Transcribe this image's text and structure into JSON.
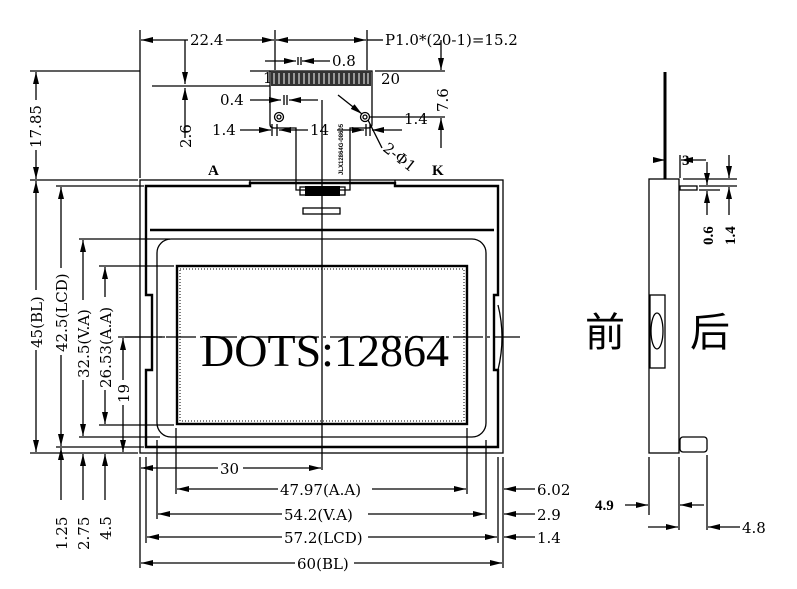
{
  "drawing": {
    "display_text": "DOTS:12864",
    "fpc_label": "JLX12864G-08605",
    "pin_first": "1",
    "pin_last": "20",
    "anode_label": "A",
    "cathode_label": "K",
    "front_label": "前",
    "back_label": "后"
  },
  "top_dims": {
    "offset": "22.4",
    "pitch": "P1.0*(20-1)=15.2",
    "pin_width": "0.8",
    "pin_gap": "0.4",
    "hole_left_margin": "1.4",
    "hole_spacing": "14",
    "hole_right_margin": "1.4",
    "holes": "2-Φ1",
    "hole_height": "2.6",
    "fpc_height": "7.6",
    "fpc_length": "17.85"
  },
  "left_dims": {
    "bl_height": "45(BL)",
    "lcd_height": "42.5(LCD)",
    "va_height": "32.5(V.A)",
    "aa_height": "26.53(A.A)",
    "center_height": "19",
    "lcd_offset": "1.25",
    "va_offset": "2.75",
    "aa_offset": "4.5"
  },
  "bottom_dims": {
    "center_offset": "30",
    "aa_width": "47.97(A.A)",
    "va_width": "54.2(V.A)",
    "lcd_width": "57.2(LCD)",
    "bl_width": "60(BL)",
    "aa_offset": "6.02",
    "va_offset": "2.9",
    "lcd_offset": "1.4"
  },
  "side_dims": {
    "fpc_offset": "3",
    "tab_thickness": "0.6",
    "tab_position": "1.4",
    "body_thickness": "4.9",
    "total_thickness": "4.8"
  }
}
